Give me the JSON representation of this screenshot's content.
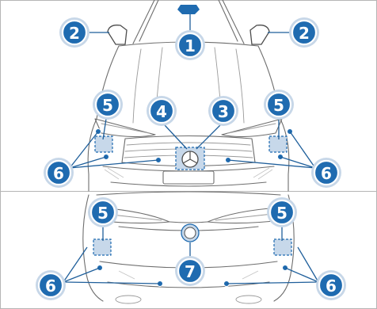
{
  "callouts": {
    "mirror_camera": "2",
    "windshield_camera": "1",
    "front_radar": "4",
    "front_camera": "3",
    "corner_radar": "5",
    "ultrasonic_sensor": "6",
    "rear_camera": "7"
  },
  "colors": {
    "accent": "#1f6bb0",
    "sensor_fill": "#c7d8ea",
    "line": "#6e6e6e",
    "frame": "#b5b5b5"
  }
}
